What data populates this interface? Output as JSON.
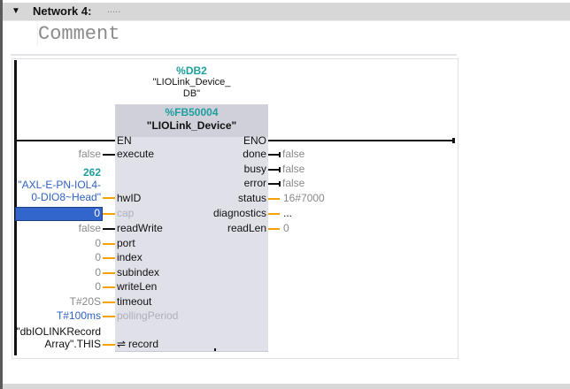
{
  "network": {
    "toggle_icon": "triangle-down",
    "title": "Network 4:",
    "title_placeholder": ".....",
    "comment": "Comment"
  },
  "block": {
    "instance_address": "%DB2",
    "instance_name_line1": "\"LIOLink_Device_",
    "instance_name_line2": "DB\"",
    "fb_address": "%FB50004",
    "fb_name": "\"LIOLink_Device\"",
    "en_label": "EN",
    "eno_label": "ENO"
  },
  "inputs": [
    {
      "pin": "execute",
      "value": "false",
      "value_style": "grey",
      "wire": "black"
    },
    {
      "pin": "hwID",
      "value_address": "262",
      "value_line1": "\"AXL-E-PN-IOL4-",
      "value_line2": "0-DIO8~Head\"",
      "value_style": "blue",
      "wire": "orange"
    },
    {
      "pin": "cap",
      "value": "0",
      "value_style": "selected",
      "wire": "orange",
      "pin_disabled": true
    },
    {
      "pin": "readWrite",
      "value": "false",
      "value_style": "grey",
      "wire": "black"
    },
    {
      "pin": "port",
      "value": "0",
      "value_style": "grey",
      "wire": "orange"
    },
    {
      "pin": "index",
      "value": "0",
      "value_style": "grey",
      "wire": "orange"
    },
    {
      "pin": "subindex",
      "value": "0",
      "value_style": "grey",
      "wire": "orange"
    },
    {
      "pin": "writeLen",
      "value": "0",
      "value_style": "grey",
      "wire": "orange"
    },
    {
      "pin": "timeout",
      "value": "T#20S",
      "value_style": "grey",
      "wire": "orange"
    },
    {
      "pin": "pollingPeriod",
      "value": "T#100ms",
      "value_style": "blue",
      "wire": "orange",
      "pin_disabled": true
    },
    {
      "pin": "record",
      "pin_prefix_icon": "inout-arrows",
      "value_line1": "\"dbIOLINKRecord",
      "value_line2": "Array\".THIS",
      "value_style": "dark",
      "wire": "orange"
    }
  ],
  "outputs": [
    {
      "pin": "done",
      "value": "false",
      "wire": "black"
    },
    {
      "pin": "busy",
      "value": "false",
      "wire": "black"
    },
    {
      "pin": "error",
      "value": "false",
      "wire": "black"
    },
    {
      "pin": "status",
      "value": "16#7000",
      "wire": "orange"
    },
    {
      "pin": "diagnostics",
      "value": "...",
      "wire": "orange"
    },
    {
      "pin": "readLen",
      "value": "0",
      "wire": "orange"
    }
  ],
  "colors": {
    "wire_bool": "#111111",
    "wire_other": "#f5a200",
    "address_teal": "#1e9e9e",
    "constant_blue": "#2f62c8",
    "selection_blue": "#3366cc",
    "block_body": "#e0e0e9",
    "block_header": "#cfd0da"
  }
}
